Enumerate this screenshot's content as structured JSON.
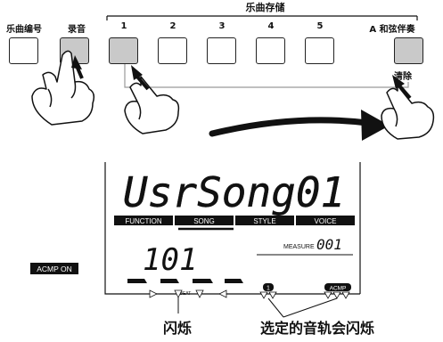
{
  "panel": {
    "group_title": "乐曲存储",
    "buttons": [
      {
        "label": "乐曲编号"
      },
      {
        "label": "录音"
      },
      {
        "label": "1"
      },
      {
        "label": "2"
      },
      {
        "label": "3"
      },
      {
        "label": "4"
      },
      {
        "label": "5"
      },
      {
        "label": "A 和弦伴奏"
      }
    ],
    "clear_label": "清除"
  },
  "display": {
    "song_name": "UsrSong01",
    "categories": [
      "FUNCTION",
      "SONG",
      "STYLE",
      "VOICE"
    ],
    "measure_label": "MEASURE",
    "measure_value": "001",
    "number": "101",
    "acmp_on": "ACMP ON",
    "beat_label": "BEAT",
    "track_1": "1",
    "track_acmp": "ACMP"
  },
  "callouts": {
    "blink": "闪烁",
    "selected_tracks_blink": "选定的音轨会闪烁"
  }
}
